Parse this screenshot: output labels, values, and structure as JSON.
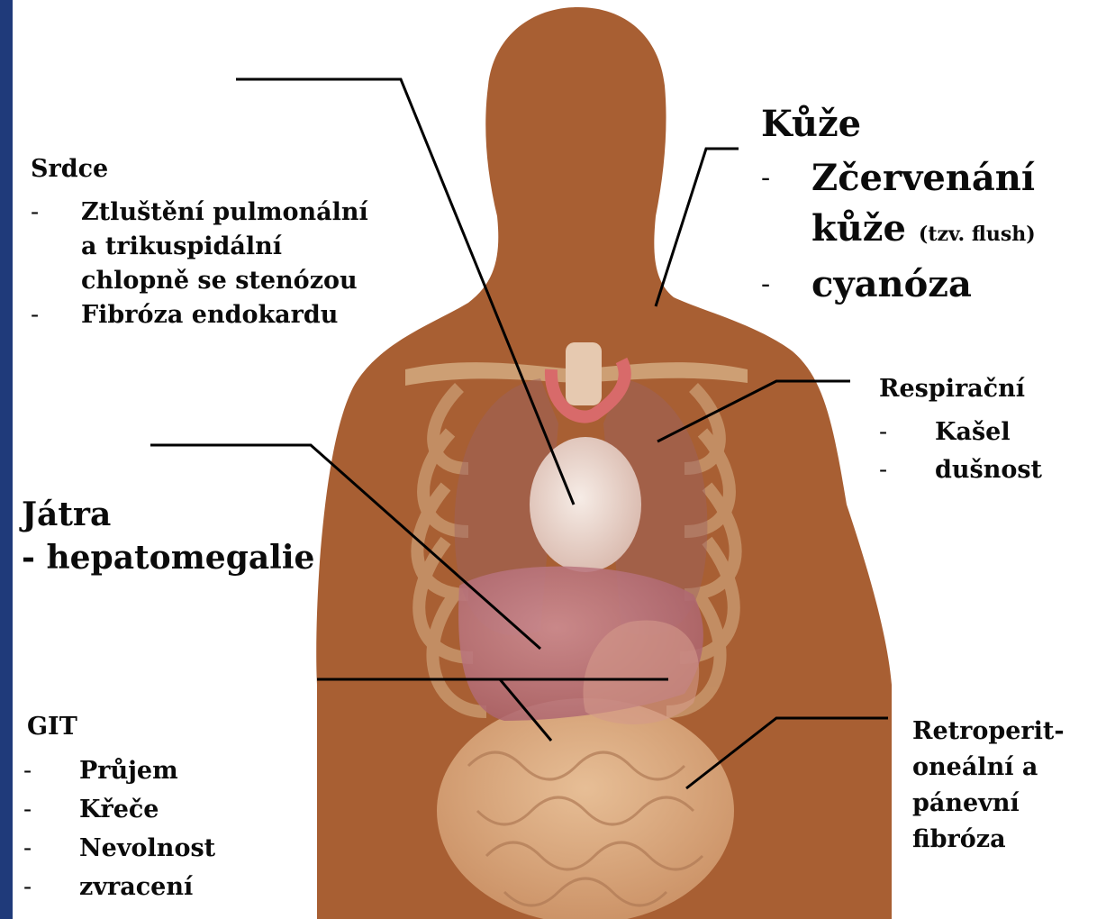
{
  "heart": {
    "title": "Srdce",
    "items": [
      {
        "lines": [
          "Ztluštění pulmonální",
          "a trikuspidální",
          "chlopně se stenózou"
        ]
      },
      {
        "lines": [
          "Fibróza endokardu"
        ]
      }
    ]
  },
  "skin": {
    "title": "Kůže",
    "item1_main": "Zčervenání",
    "item1_second": "kůže",
    "item1_note": "(tzv. flush)",
    "item2": "cyanóza"
  },
  "respiratory": {
    "title": "Respirační",
    "items": [
      "Kašel",
      "dušnost"
    ]
  },
  "liver": {
    "title": "Játra",
    "item": "- hepatomegalie"
  },
  "git": {
    "title": "GIT",
    "items": [
      "Průjem",
      "Křeče",
      "Nevolnost",
      "zvracení"
    ]
  },
  "retro": {
    "lines": [
      "Retroperit-",
      "oneální a",
      "pánevní",
      "fibróza"
    ]
  },
  "colors": {
    "body_silhouette": "#a85f33",
    "leader_line": "#000000",
    "label_text": "#0b0b0b",
    "slide_edge_bar": "#1f3a7a",
    "heart": "#e8d6cf",
    "liver": "#b8707a",
    "ribs": "#d9b48b",
    "lungs": "#9c6261",
    "intestines": "#d8a37a"
  }
}
